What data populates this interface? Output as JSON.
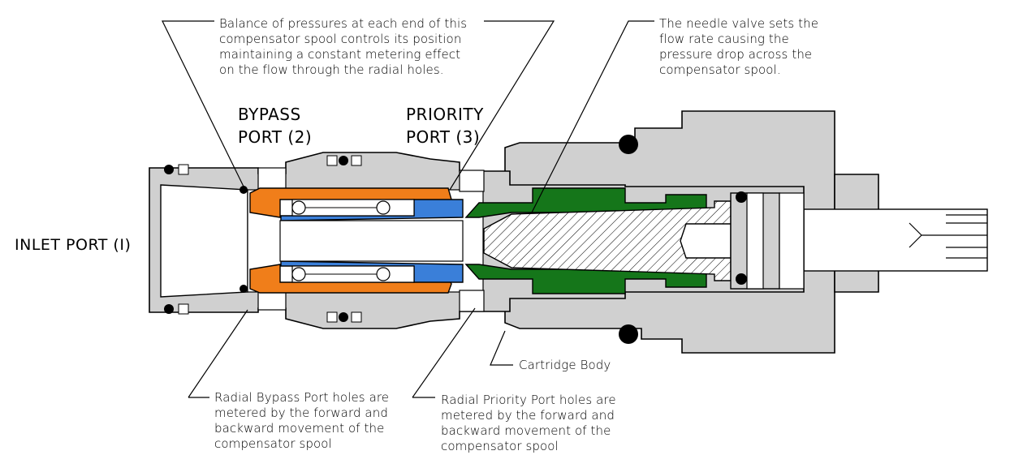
{
  "labels": {
    "inlet_port": "INLET PORT (I)",
    "bypass_port": "BYPASS\nPORT (2)",
    "priority_port": "PRIORITY\nPORT (3)",
    "cartridge_body": "Cartridge Body"
  },
  "notes": {
    "balance": "Balance of pressures at each end of this\ncompensator spool controls its position\nmaintaining a constant metering effect\non the flow through the radial holes.",
    "needle": "The needle valve sets the\nflow rate causing the\npressure drop across the\ncompensator spool.",
    "radial_bypass": "Radial Bypass Port holes are\nmetered by the forward and\nbackward movement of the\ncompensator spool",
    "radial_priority": "Radial Priority Port holes are\nmetered by the forward and\nbackward movement of the\ncompensator spool"
  },
  "colors": {
    "compensator_spool": "#f07e1a",
    "spring_seat": "#3a7fd9",
    "needle_seat": "#15761a",
    "body": "#d0d0d0"
  }
}
